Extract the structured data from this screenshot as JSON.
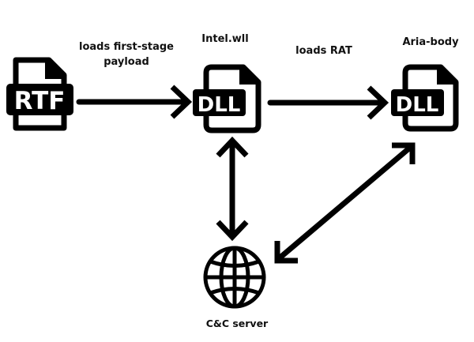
{
  "diagram": {
    "colors": {
      "ink": "#000000",
      "background": "#ffffff"
    },
    "nodes": [
      {
        "id": "rtf",
        "icon": "rtf-file-icon",
        "badge": "RTF",
        "caption": ""
      },
      {
        "id": "intel",
        "icon": "dll-file-icon",
        "badge": "DLL",
        "caption": "Intel.wll"
      },
      {
        "id": "aria",
        "icon": "dll-file-icon",
        "badge": "DLL",
        "caption": "Aria-body"
      },
      {
        "id": "cc",
        "icon": "globe-icon",
        "badge": "",
        "caption": "C&C server"
      }
    ],
    "edges": [
      {
        "from": "rtf",
        "to": "intel",
        "direction": "one-way",
        "label_line1": "loads first-stage",
        "label_line2": "payload"
      },
      {
        "from": "intel",
        "to": "aria",
        "direction": "one-way",
        "label_line1": "loads RAT",
        "label_line2": ""
      },
      {
        "from": "intel",
        "to": "cc",
        "direction": "two-way",
        "label_line1": "",
        "label_line2": ""
      },
      {
        "from": "aria",
        "to": "cc",
        "direction": "two-way",
        "label_line1": "",
        "label_line2": ""
      }
    ]
  }
}
